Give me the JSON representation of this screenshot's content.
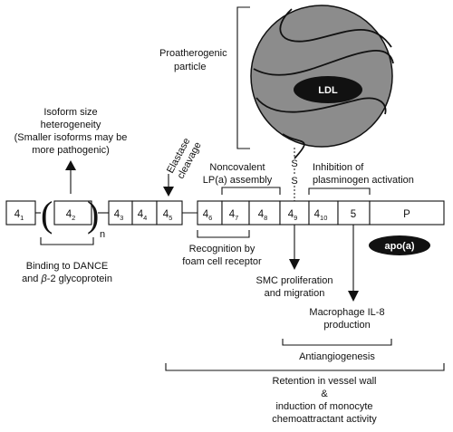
{
  "particle": {
    "label_line1": "Proatherogenic",
    "label_line2": "particle",
    "ldl": "LDL",
    "disulfide": "S"
  },
  "kringles": [
    {
      "base": "4",
      "sub": "1"
    },
    {
      "base": "4",
      "sub": "2"
    },
    {
      "base": "4",
      "sub": "3"
    },
    {
      "base": "4",
      "sub": "4"
    },
    {
      "base": "4",
      "sub": "5"
    },
    {
      "base": "4",
      "sub": "6"
    },
    {
      "base": "4",
      "sub": "7"
    },
    {
      "base": "4",
      "sub": "8"
    },
    {
      "base": "4",
      "sub": "9"
    },
    {
      "base": "4",
      "sub": "10"
    },
    {
      "base": "5",
      "sub": ""
    },
    {
      "base": "P",
      "sub": ""
    }
  ],
  "repeat_n": "n",
  "apoa": "apo(a)",
  "annotations": {
    "isoform": [
      "Isoform size",
      "heterogeneity",
      "(Smaller isoforms may be",
      "more pathogenic)"
    ],
    "elastase": [
      "Elastase",
      "cleavage"
    ],
    "noncovalent": [
      "Noncovalent",
      "LP(a) assembly"
    ],
    "plasminogen": [
      "Inhibition of",
      "plasminogen activation"
    ],
    "dance": [
      "Binding to DANCE"
    ],
    "glyco": {
      "pre": "and ",
      "beta": "β",
      "post": "-2 glycoprotein"
    },
    "foam": [
      "Recognition by",
      "foam cell receptor"
    ],
    "smc": [
      "SMC proliferation",
      "and migration"
    ],
    "il8": [
      "Macrophage IL-8",
      "production"
    ],
    "antiangio": "Antiangiogenesis",
    "retention": [
      "Retention in vessel wall",
      "&",
      "induction of monocyte",
      "chemoattractant activity"
    ]
  }
}
